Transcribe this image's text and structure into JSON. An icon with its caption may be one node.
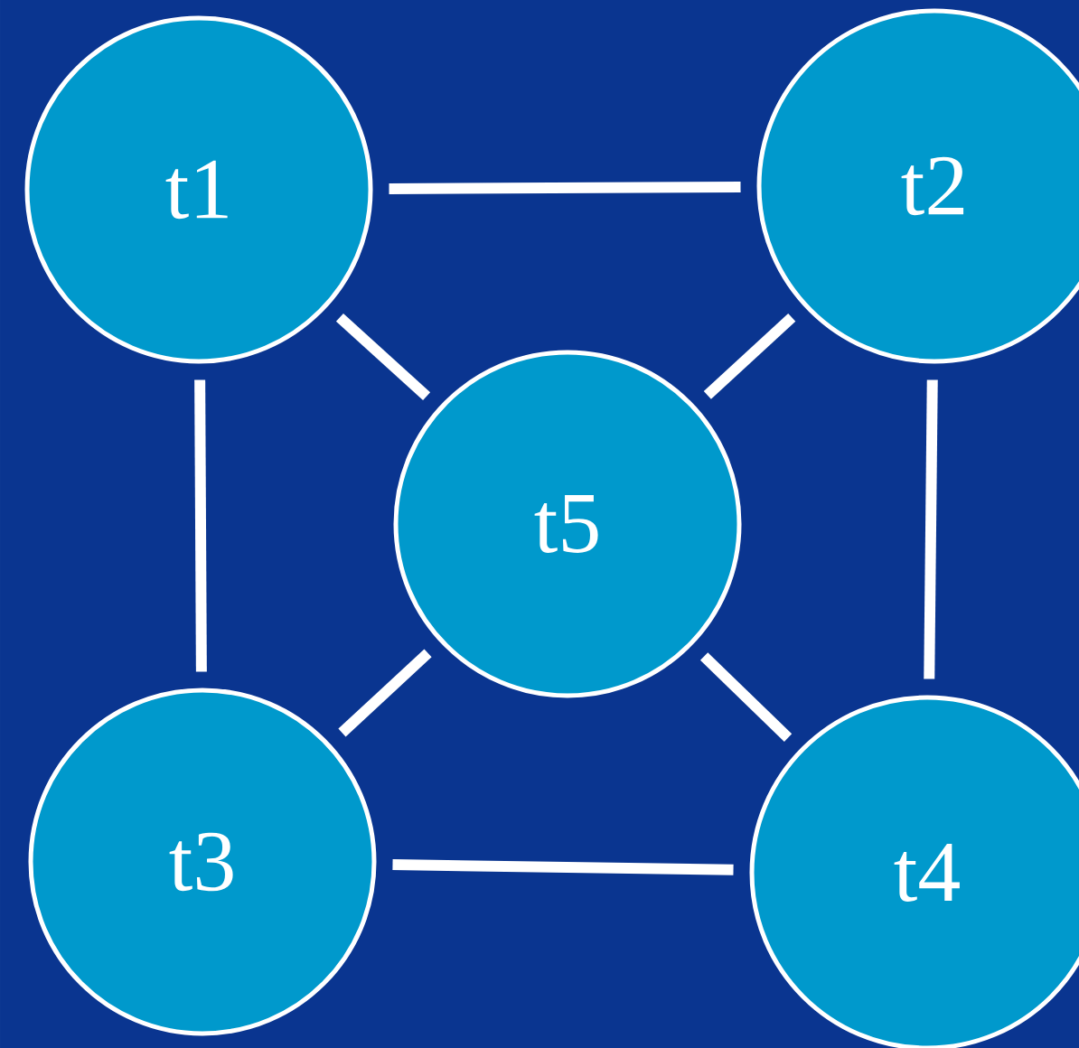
{
  "diagram": {
    "nodes": [
      {
        "text": [
          "t1"
        ]
      },
      {
        "text": [
          "t2"
        ]
      },
      {
        "text": [
          "t5"
        ]
      },
      {
        "text": [
          "t3"
        ]
      },
      {
        "text": [
          "t4"
        ]
      }
    ],
    "edges": [
      {
        "from": 0,
        "to": 1,
        "arrow": "none"
      },
      {
        "from": 0,
        "to": 3,
        "arrow": "none"
      },
      {
        "from": 0,
        "to": 2,
        "arrow": "none"
      },
      {
        "from": 1,
        "to": 2,
        "arrow": "none"
      },
      {
        "from": 1,
        "to": 4,
        "arrow": "none"
      },
      {
        "from": 3,
        "to": 2,
        "arrow": "none"
      },
      {
        "from": 4,
        "to": 2,
        "arrow": "none"
      },
      {
        "from": 3,
        "to": 4,
        "arrow": "none"
      }
    ]
  }
}
